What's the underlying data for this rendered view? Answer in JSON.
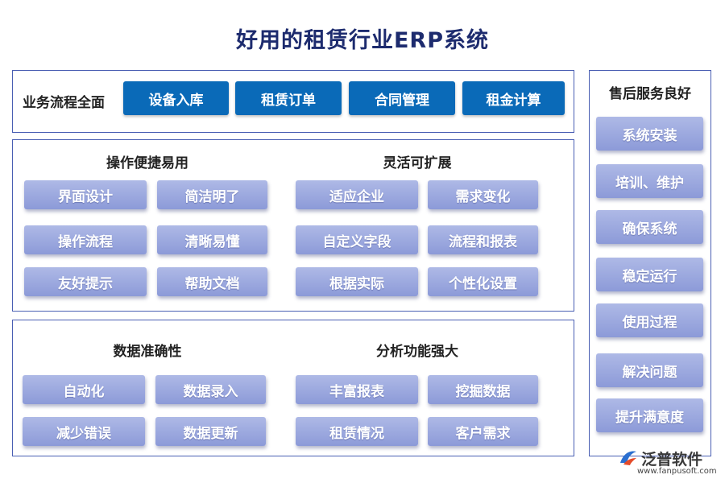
{
  "title": "好用的租赁行业ERP系统",
  "flow": {
    "label": "业务流程全面",
    "buttons": [
      "设备入库",
      "租赁订单",
      "合同管理",
      "租金计算"
    ]
  },
  "middle": {
    "left_heading": "操作便捷易用",
    "right_heading": "灵活可扩展",
    "left_chips": [
      "界面设计",
      "简洁明了",
      "操作流程",
      "清晰易懂",
      "友好提示",
      "帮助文档"
    ],
    "right_chips": [
      "适应企业",
      "需求变化",
      "自定义字段",
      "流程和报表",
      "根据实际",
      "个性化设置"
    ]
  },
  "bottom": {
    "left_heading": "数据准确性",
    "right_heading": "分析功能强大",
    "left_chips": [
      "自动化",
      "数据录入",
      "减少错误",
      "数据更新"
    ],
    "right_chips": [
      "丰富报表",
      "挖掘数据",
      "租赁情况",
      "客户需求"
    ]
  },
  "side": {
    "heading": "售后服务良好",
    "items": [
      "系统安装",
      "培训、维护",
      "确保系统",
      "稳定运行",
      "使用过程",
      "解决问题",
      "提升满意度"
    ]
  },
  "brand": {
    "name": "泛普软件",
    "url": "www.fanpusoft.com"
  },
  "colors": {
    "title": "#1d2b6e",
    "border": "#4a5fb3",
    "primary_button": "#0a6ab8",
    "chip": "#9aa7dd"
  }
}
